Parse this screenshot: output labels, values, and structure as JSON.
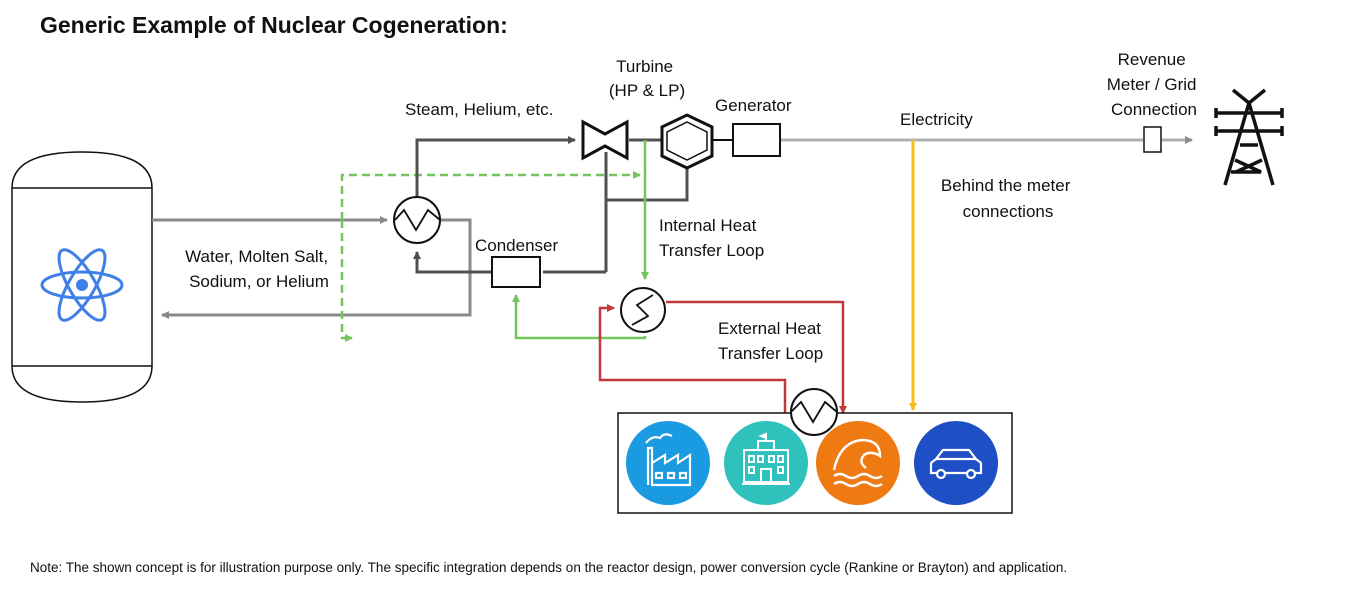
{
  "title": "Generic Example of Nuclear Cogeneration:",
  "note": "Note: The shown concept is for illustration purpose only. The specific integration depends on the reactor design, power conversion cycle (Rankine or Brayton) and application.",
  "labels": {
    "turbine": [
      "Turbine",
      "(HP & LP)"
    ],
    "steam": "Steam, Helium, etc.",
    "generator": "Generator",
    "electricity": "Electricity",
    "revenue": [
      "Revenue",
      "Meter / Grid",
      "Connection"
    ],
    "behind_meter": [
      "Behind the meter",
      "connections"
    ],
    "internal_loop": [
      "Internal Heat",
      "Transfer Loop"
    ],
    "condenser": "Condenser",
    "coolant": [
      "Water, Molten Salt,",
      "Sodium, or Helium"
    ],
    "external_loop": [
      "External Heat",
      "Transfer Loop"
    ]
  },
  "icons": {
    "reactor": "atom-icon",
    "tower": "transmission-tower-icon",
    "applications": [
      "factory-icon",
      "building-icon",
      "wave-icon",
      "car-icon"
    ]
  },
  "colors": {
    "primary_loop": "#8a8a8a",
    "power_cycle": "#505050",
    "internal_loop": "#72c55b",
    "external_loop": "#c0393a",
    "behind_meter": "#f5bd17",
    "atom": "#3f80e8",
    "app_factory": "#1a9ae0",
    "app_building": "#2fc2bc",
    "app_wave": "#f07a12",
    "app_car": "#1f4fc4"
  }
}
